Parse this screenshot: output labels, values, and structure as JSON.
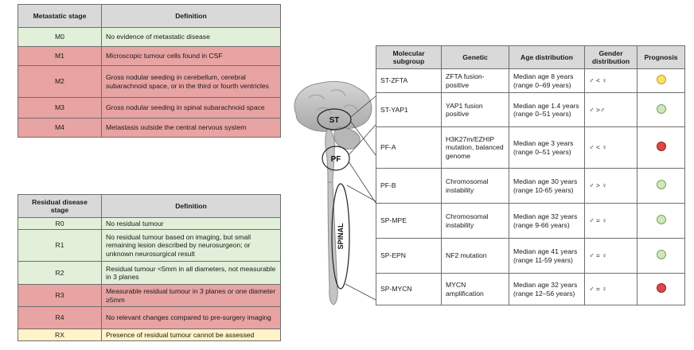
{
  "metastatic": {
    "header_stage": "Metastatic stage",
    "header_def": "Definition",
    "rows": [
      {
        "stage": "M0",
        "definition": "No evidence of metastatic disease"
      },
      {
        "stage": "M1",
        "definition": "Microscopic tumour cells found in CSF"
      },
      {
        "stage": "M2",
        "definition": "Gross nodular seeding in cerebellum, cerebral subarachnoid space, or in the third or fourth ventricles"
      },
      {
        "stage": "M3",
        "definition": "Gross nodular seeding in spinal subarachnoid space"
      },
      {
        "stage": "M4",
        "definition": "Metastasis outside the central nervous system"
      }
    ]
  },
  "residual": {
    "header_stage": "Residual disease stage",
    "header_def": "Definition",
    "rows": [
      {
        "stage": "R0",
        "definition": "No residual tumour"
      },
      {
        "stage": "R1",
        "definition": "No residual tumour based on imaging, but small remaining lesion described by neurosurgeon; or unknown neurosurgical result"
      },
      {
        "stage": "R2",
        "definition": "Residual tumour <5mm in all diameters, not measurable in 3 planes"
      },
      {
        "stage": "R3",
        "definition": "Measurable residual tumour in 3 planes or one diameter ≥5mm"
      },
      {
        "stage": "R4",
        "definition": "No relevant changes compared to pre-surgery imaging"
      },
      {
        "stage": "RX",
        "definition": "Presence of residual tumour cannot be assessed"
      }
    ]
  },
  "brain": {
    "labels": {
      "st": "ST",
      "pf": "PF",
      "spinal": "SPINAL"
    }
  },
  "molecular": {
    "headers": {
      "subgroup": "Molecular subgroup",
      "genetic": "Genetic",
      "age": "Age distribution",
      "gender": "Gender distribution",
      "prognosis": "Prognosis"
    },
    "rows": [
      {
        "subgroup": "ST-ZFTA",
        "genetic": "ZFTA fusion-positive",
        "age": "Median age 8 years (range 0–69 years)",
        "gender": "♂ < ♀",
        "prognosis": "intermediate"
      },
      {
        "subgroup": "ST-YAP1",
        "genetic": "YAP1 fusion positive",
        "age": "Median age 1.4 years (range 0–51 years)",
        "gender": "♂ >♂",
        "prognosis": "good"
      },
      {
        "subgroup": "PF-A",
        "genetic": "H3K27m/EZHIP mutation, balanced genome",
        "age": "Median age 3 years (range 0–51 years)",
        "gender": "♂ < ♀",
        "prognosis": "poor"
      },
      {
        "subgroup": "PF-B",
        "genetic": "Chromosomal instability",
        "age": "Median age 30 years (range 10-65 years)",
        "gender": "♂ > ♀",
        "prognosis": "good"
      },
      {
        "subgroup": "SP-MPE",
        "genetic": "Chromosomal instability",
        "age": "Median age 32 years (range 9-66 years)",
        "gender": "♂ = ♀",
        "prognosis": "good"
      },
      {
        "subgroup": "SP-EPN",
        "genetic": "NF2 mutation",
        "age": "Median age 41 years (range 11-59 years)",
        "gender": "♂ = ♀",
        "prognosis": "good"
      },
      {
        "subgroup": "SP-MYCN",
        "genetic": "MYCN amplification",
        "age": "Median age 32 years (range 12–56 years)",
        "gender": "♂ = ♀",
        "prognosis": "poor"
      }
    ]
  },
  "colors": {
    "green_row": "#e2efd9",
    "red_row": "#e8a3a3",
    "yellow_row": "#fff3c8",
    "header": "#d9d9d9"
  }
}
